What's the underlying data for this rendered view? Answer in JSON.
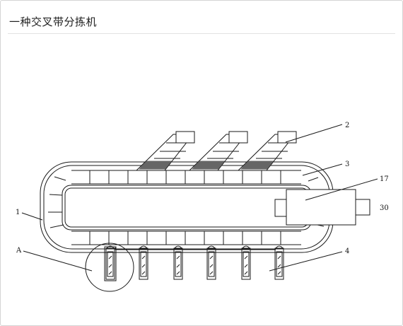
{
  "header": {
    "title": "一种交叉带分拣机"
  },
  "diagram": {
    "callouts": [
      {
        "id": "c2",
        "text": "2"
      },
      {
        "id": "c3",
        "text": "3"
      },
      {
        "id": "c17",
        "text": "17"
      },
      {
        "id": "c30",
        "text": "30"
      },
      {
        "id": "c1",
        "text": "1"
      },
      {
        "id": "cA",
        "text": "A"
      },
      {
        "id": "c4",
        "text": "4"
      }
    ]
  }
}
